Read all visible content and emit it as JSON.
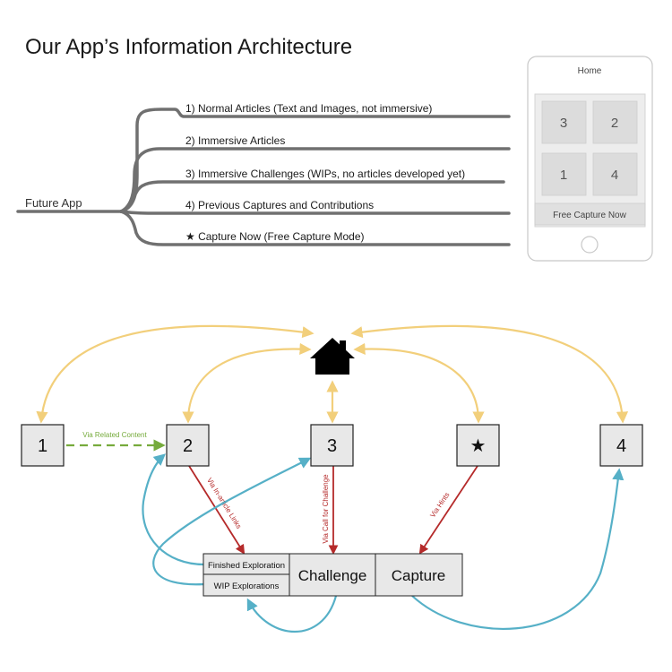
{
  "title": "Our App’s  Information Architecture",
  "tree": {
    "root": "Future App",
    "branches": [
      "1) Normal Articles (Text and Images, not immersive)",
      "2) Immersive Articles",
      "3) Immersive Challenges (WIPs, no articles developed yet)",
      "4) Previous Captures and Contributions",
      "★ Capture Now (Free Capture Mode)"
    ]
  },
  "phone": {
    "screen_title": "Home",
    "tiles": [
      "3",
      "2",
      "1",
      "4"
    ],
    "footer_button": "Free Capture Now"
  },
  "flow": {
    "home_icon": "house-icon",
    "nodes": [
      "1",
      "2",
      "3",
      "★",
      "4"
    ],
    "boxes": {
      "finished": "Finished Exploration",
      "wip": "WIP Explorations",
      "challenge": "Challenge",
      "capture": "Capture"
    },
    "edge_labels": {
      "related": "Via Related Content",
      "in_article": "Via In-article Links",
      "call_for_challenge": "Via Call for Challenge",
      "hints": "Via Hints"
    }
  },
  "colors": {
    "tree_line": "#707070",
    "home_arrow": "#f2cf7b",
    "related_arrow": "#76ab3c",
    "red_arrow": "#b52a2a",
    "blue_arrow": "#56b0c7",
    "box_fill": "#e8e8e8"
  }
}
